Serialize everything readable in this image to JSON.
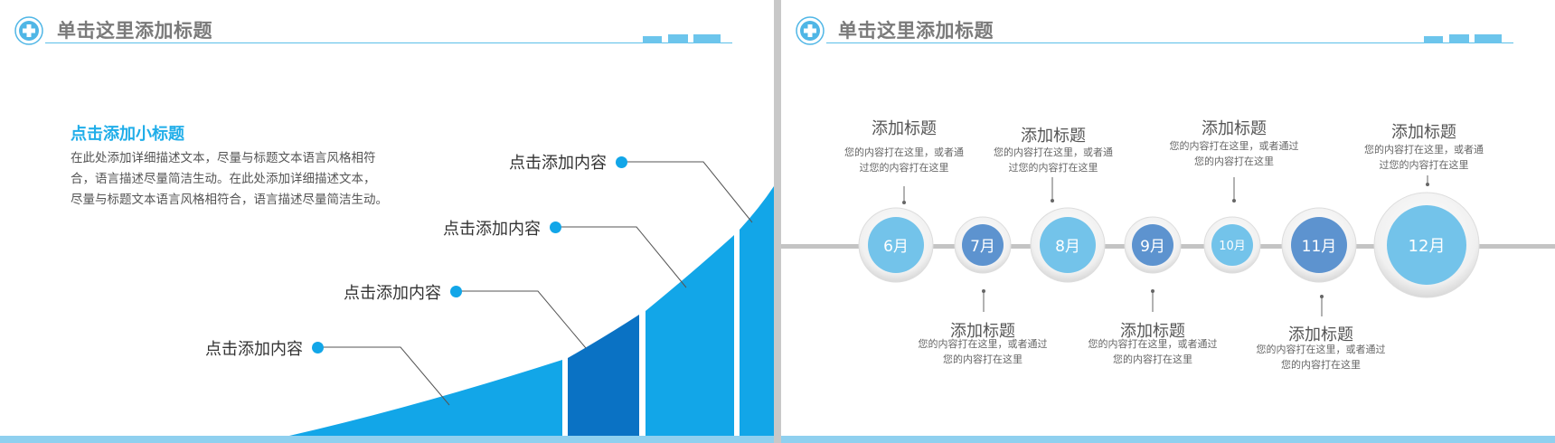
{
  "slides": [
    {
      "title": "单击这里添加标题",
      "subtitle": "点击添加小标题",
      "body_lines": [
        "在此处添加详细描述文本，尽量与标题文本语言风格相符",
        "合，语言描述尽量简洁生动。在此处添加详细描述文本，",
        "尽量与标题文本语言风格相符合，语言描述尽量简洁生动。"
      ],
      "callouts": [
        "点击添加内容",
        "点击添加内容",
        "点击添加内容",
        "点击添加内容"
      ]
    },
    {
      "title": "单击这里添加标题",
      "months": [
        "6月",
        "7月",
        "8月",
        "9月",
        "10月",
        "11月",
        "12月"
      ],
      "milestones": [
        {
          "title": "添加标题",
          "desc1": "您的内容打在这里，或者通",
          "desc2": "过您的内容打在这里"
        },
        {
          "title": "添加标题",
          "desc1": "您的内容打在这里，或者通过",
          "desc2": "您的内容打在这里"
        },
        {
          "title": "添加标题",
          "desc1": "您的内容打在这里，或者通",
          "desc2": "过您的内容打在这里"
        },
        {
          "title": "添加标题",
          "desc1": "您的内容打在这里，或者通过",
          "desc2": "您的内容打在这里"
        },
        {
          "title": "添加标题",
          "desc1": "您的内容打在这里，或者通过",
          "desc2": "您的内容打在这里"
        },
        {
          "title": "添加标题",
          "desc1": "您的内容打在这里，或者通过",
          "desc2": "您的内容打在这里"
        },
        {
          "title": "添加标题",
          "desc1": "您的内容打在这里，或者通",
          "desc2": "过您的内容打在这里"
        }
      ]
    }
  ],
  "colors": {
    "accent": "#12a6e8",
    "dark_blue": "#0a72c4",
    "light_circle": "#73c3ea",
    "mid_circle": "#5d93cf",
    "timeline": "#c4c4c4"
  }
}
